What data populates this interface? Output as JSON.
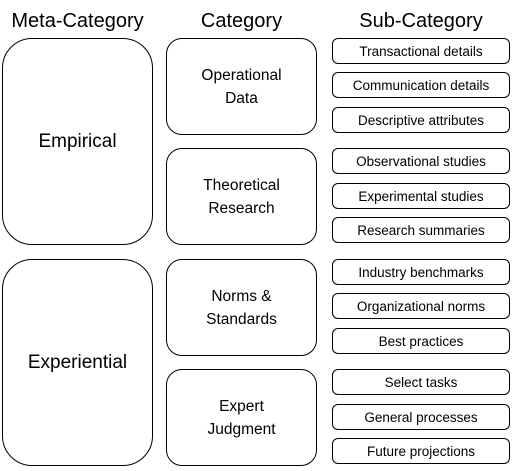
{
  "headers": {
    "meta": "Meta-Category",
    "category": "Category",
    "sub": "Sub-Category"
  },
  "meta_categories": [
    {
      "label": "Empirical"
    },
    {
      "label": "Experiential"
    }
  ],
  "categories": [
    {
      "line1": "Operational",
      "line2": "Data"
    },
    {
      "line1": "Theoretical",
      "line2": "Research"
    },
    {
      "line1": "Norms &",
      "line2": "Standards"
    },
    {
      "line1": "Expert",
      "line2": "Judgment"
    }
  ],
  "subcategories": [
    "Transactional details",
    "Communication details",
    "Descriptive attributes",
    "Observational studies",
    "Experimental studies",
    "Research summaries",
    "Industry benchmarks",
    "Organizational norms",
    "Best practices",
    "Select tasks",
    "General processes",
    "Future projections"
  ]
}
